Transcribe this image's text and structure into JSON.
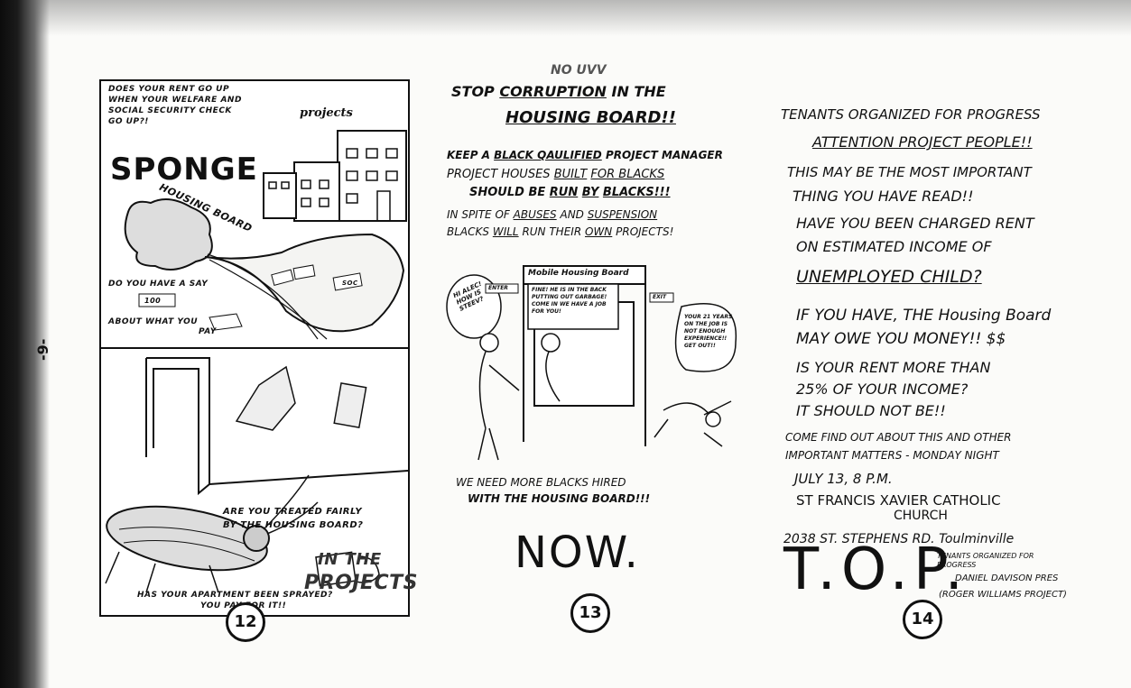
{
  "side_label": "-9-",
  "page12": {
    "header": [
      "DOES YOUR RENT GO UP",
      "WHEN YOUR WELFARE AND",
      "SOCIAL SECURITY CHECK",
      "GO UP?!"
    ],
    "projects_label": "projects",
    "sponge": "SPONGE",
    "bag_label": "HOUSING BOARD",
    "say_line1": "DO YOU HAVE A SAY",
    "say_line2": "ABOUT WHAT YOU",
    "pay_word": "PAY",
    "money_label": "100",
    "soc_label": "SOC",
    "treated": "ARE YOU TREATED FAIRLY",
    "treated2": "BY THE HOUSING BOARD?",
    "in_the": "IN THE",
    "project_word": "PROJECTS",
    "sprayed1": "HAS YOUR APARTMENT BEEN SPRAYED?",
    "sprayed2": "YOU PAY FOR IT!!",
    "page_number": "12"
  },
  "page13": {
    "top_scribble": "NO UVV",
    "l1a": "STOP",
    "l1b": "CORRUPTION",
    "l1c": "IN THE",
    "l2": "HOUSING BOARD!!",
    "l3a": "KEEP A",
    "l3b": "BLACK QAULIFIED",
    "l3c": "PROJECT MANAGER",
    "l4a": "PROJECT HOUSES",
    "l4b": "BUILT",
    "l4c": "FOR BLACKS",
    "l5a": "SHOULD BE",
    "l5b": "RUN",
    "l5c": "BY",
    "l5d": "BLACKS!!!",
    "l6a": "IN SPITE OF",
    "l6b": "ABUSES",
    "l6c": "AND",
    "l6d": "SUSPENSION",
    "l7a": "BLACKS",
    "l7b": "WILL",
    "l7c": "RUN THEIR",
    "l7d": "OWN",
    "l7e": "PROJECTS!",
    "sign_label": "Mobile Housing Board",
    "bubble_left": "HI ALEC! HOW IS STEEV?",
    "bubble_mid": "FINE! HE IS IN THE BACK PUTTING OUT GARBAGE! COME IN WE HAVE A JOB FOR YOU!",
    "bubble_right": "YOUR 21 YEARS ON THE JOB IS NOT ENOUGH EXPERIENCE!! GET OUT!!",
    "enter_label": "ENTER",
    "exit_label": "EXIT",
    "bottom1": "WE NEED MORE BLACKS HIRED",
    "bottom2": "WITH THE HOUSING BOARD!!!",
    "now": "NOW.",
    "page_number": "13"
  },
  "page14": {
    "title": "TENANTS ORGANIZED FOR PROGRESS",
    "attention": "ATTENTION PROJECT PEOPLE!!",
    "l1": "THIS MAY BE THE MOST IMPORTANT",
    "l2": "THING YOU HAVE READ!!",
    "l3": "HAVE YOU BEEN CHARGED RENT",
    "l4": "ON ESTIMATED INCOME OF",
    "l5": "UNEMPLOYED CHILD?",
    "l6": "IF YOU HAVE, THE Housing Board",
    "l7": "MAY OWE YOU MONEY!! $$",
    "l8": "IS YOUR RENT MORE THAN",
    "l9": "25% OF YOUR INCOME?",
    "l10": "IT SHOULD NOT BE!!",
    "l11": "COME FIND OUT ABOUT THIS AND OTHER",
    "l12": "IMPORTANT MATTERS - MONDAY NIGHT",
    "l13": "JULY 13, 8 P.M.",
    "l14": "ST FRANCIS XAVIER CATHOLIC",
    "l15": "CHURCH",
    "l16": "2038 ST. STEPHENS RD. Toulminville",
    "logo": "T.O.P.",
    "sig1": "TENANTS ORGANIZED FOR",
    "sig2": "PROGRESS",
    "sig3": "DANIEL DAVISON PRES",
    "sig4": "(ROGER WILLIAMS PROJECT)",
    "page_number": "14"
  }
}
